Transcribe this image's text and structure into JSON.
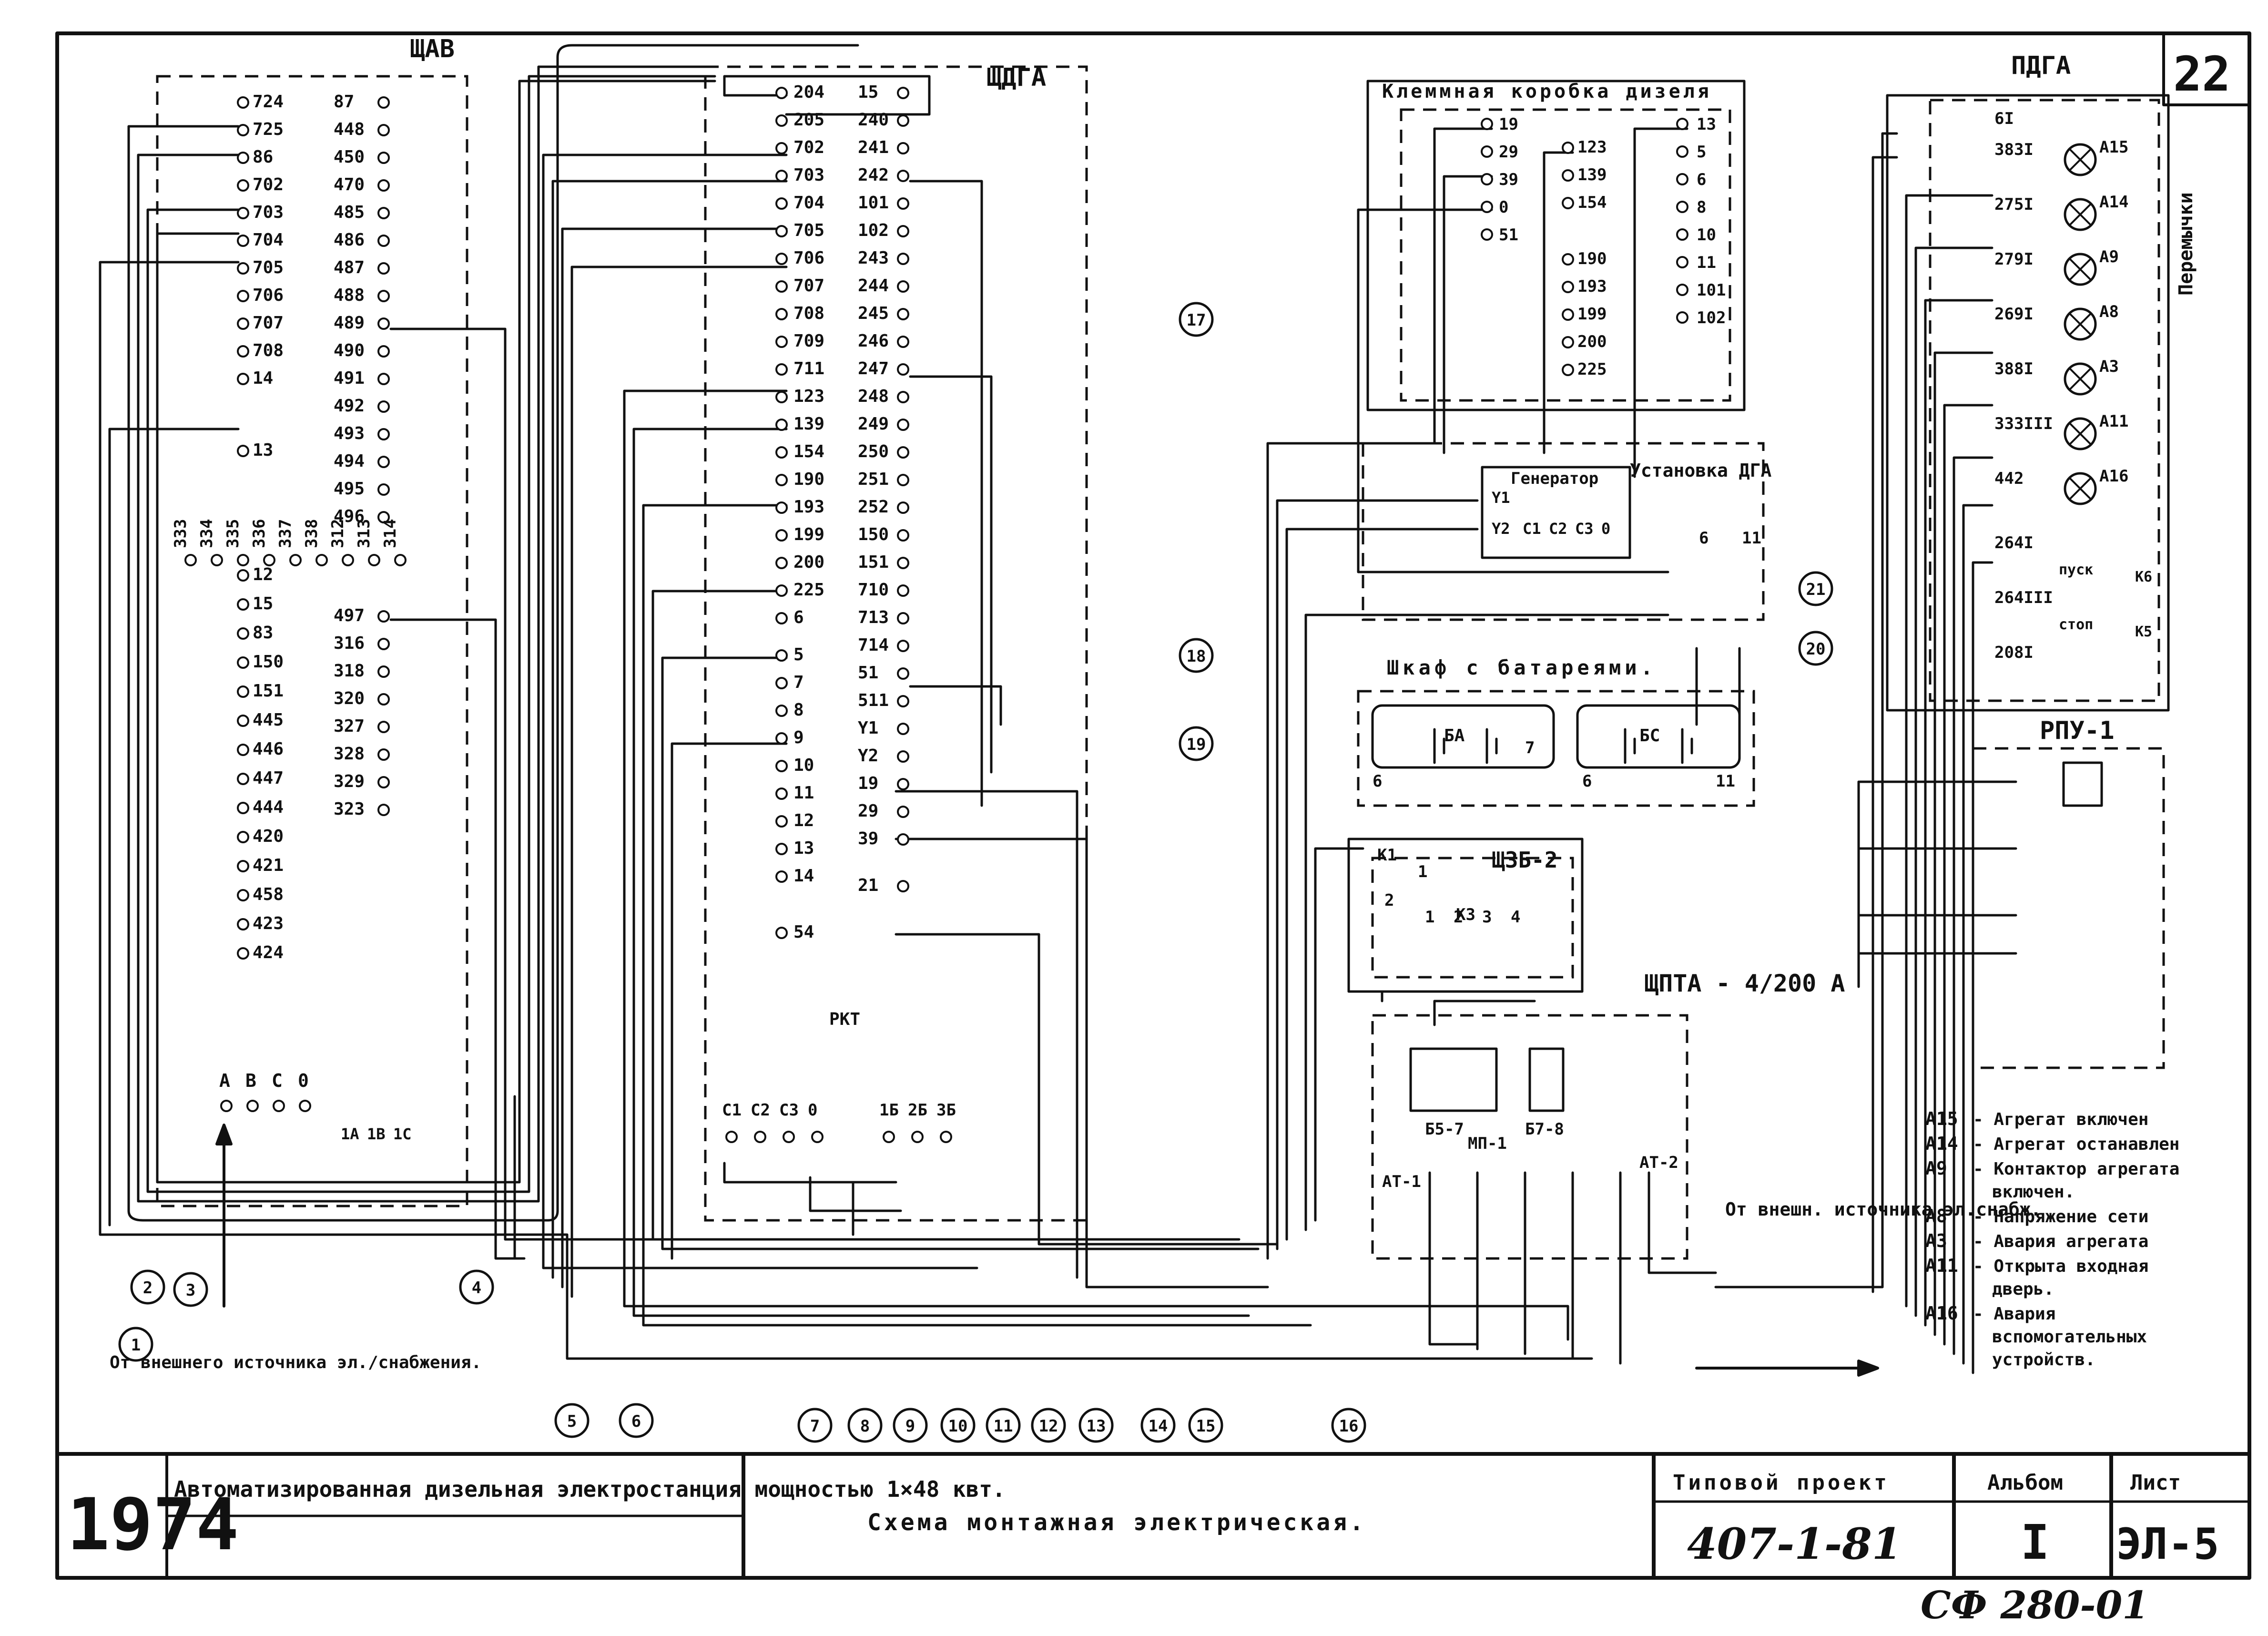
{
  "sheet": {
    "number": "22",
    "year": "1974",
    "project_title": "Автоматизированная дизельная электростанция мощностью 1×48 квт.",
    "drawing_title": "Схема монтажная электрическая.",
    "typical_project_label": "Типовой проект",
    "typical_project_number": "407-1-81",
    "album_label": "Альбом",
    "album_number": "I",
    "sheet_label": "Лист",
    "sheet_code": "ЭЛ-5",
    "archive_number": "СФ 280-01"
  },
  "panels": {
    "schav": {
      "title": "ЩАВ",
      "terminals_left": [
        "724",
        "725",
        "86",
        "702",
        "703",
        "704",
        "705",
        "706",
        "707",
        "708",
        "14",
        "13",
        "12",
        "15",
        "83",
        "150",
        "151",
        "445",
        "446",
        "447",
        "444",
        "420",
        "421",
        "458",
        "423",
        "424"
      ],
      "terminals_right": [
        "87",
        "448",
        "450",
        "470",
        "485",
        "486",
        "487",
        "488",
        "489",
        "490",
        "491",
        "492",
        "493",
        "494",
        "495",
        "496",
        "497",
        "316",
        "318",
        "320",
        "327",
        "328",
        "329",
        "323"
      ],
      "terminals_vertical": [
        "333",
        "334",
        "335",
        "336",
        "337",
        "338",
        "312",
        "313",
        "314"
      ],
      "phase_labels": [
        "A",
        "B",
        "C",
        "0"
      ],
      "breaker_labels": [
        "1A",
        "1B",
        "1C"
      ]
    },
    "schdga": {
      "title": "ЩДГА",
      "terminals_left": [
        "204",
        "205",
        "702",
        "703",
        "704",
        "705",
        "706",
        "707",
        "708",
        "709",
        "711",
        "123",
        "139",
        "154",
        "190",
        "193",
        "199",
        "200",
        "225",
        "6",
        "5",
        "7",
        "8",
        "9",
        "10",
        "11",
        "12",
        "13",
        "14",
        "54"
      ],
      "terminals_right": [
        "15",
        "240",
        "241",
        "242",
        "101",
        "102",
        "243",
        "244",
        "245",
        "246",
        "247",
        "248",
        "249",
        "250",
        "251",
        "252",
        "150",
        "151",
        "710",
        "713",
        "714",
        "51",
        "511",
        "Y1",
        "Y2",
        "19",
        "29",
        "39",
        "21"
      ],
      "relay_label": "РКТ",
      "bottom_labels": [
        "C1",
        "C2",
        "C3",
        "0",
        "1Б",
        "2Б",
        "3Б"
      ]
    },
    "diesel_box": {
      "title": "Клеммная коробка дизеля",
      "col1": [
        "19",
        "29",
        "39",
        "0",
        "51"
      ],
      "col2": [
        "123",
        "139",
        "154",
        "190",
        "193",
        "199",
        "200",
        "225"
      ],
      "col3": [
        "13",
        "5",
        "6",
        "8",
        "10",
        "11",
        "101",
        "102"
      ]
    },
    "generator": {
      "title": "Генератор",
      "terminals": [
        "Y1",
        "Y2",
        "C1",
        "C2",
        "C3",
        "0"
      ]
    },
    "dga_install": {
      "title": "Установка ДГА",
      "terminals": [
        "6",
        "11"
      ]
    },
    "battery_cabinet": {
      "title": "Шкаф с батареями.",
      "battery_a": "БА",
      "battery_b": "БС",
      "terminals": [
        "6",
        "7",
        "6",
        "11"
      ]
    },
    "schzg": {
      "title": "ЩЗБ-2",
      "terminals": [
        "K1",
        "1",
        "2",
        "K3",
        "1",
        "2",
        "3",
        "4"
      ]
    },
    "schpta": {
      "title": "ЩПТА - 4/200 А",
      "blocks": [
        "Б5-7",
        "Б7-8",
        "МП-1",
        "АТ-1",
        "АТ-2"
      ],
      "external_label": "От внешн. источника эл.снабж."
    },
    "pdga": {
      "title": "ПДГА",
      "jumpers_label": "Перемычки",
      "lamps": [
        {
          "terminal": "383I",
          "lamp": "A15"
        },
        {
          "terminal": "275I",
          "lamp": "A14"
        },
        {
          "terminal": "279I",
          "lamp": "A9"
        },
        {
          "terminal": "269I",
          "lamp": "A8"
        },
        {
          "terminal": "388I",
          "lamp": "A3"
        },
        {
          "terminal": "333III",
          "lamp": "A11"
        },
        {
          "terminal": "442",
          "lamp": "A16"
        }
      ],
      "top_terminal": "6I",
      "buttons": [
        {
          "terminal": "264I",
          "label": "пуск",
          "button": "К6"
        },
        {
          "terminal": "264III",
          "label": "стоп",
          "button": "К5"
        },
        {
          "terminal": "208I",
          "label": "",
          "button": ""
        }
      ]
    },
    "rpu": {
      "title": "РПУ-1"
    }
  },
  "external_source_label": "От внешнего источника эл./снабжения.",
  "callouts": [
    "1",
    "2",
    "3",
    "4",
    "5",
    "6",
    "7",
    "8",
    "9",
    "10",
    "11",
    "12",
    "13",
    "14",
    "15",
    "16",
    "17",
    "18",
    "19",
    "20",
    "21"
  ],
  "legend": [
    {
      "code": "А15",
      "text": "Агрегат включен"
    },
    {
      "code": "А14",
      "text": "Агрегат останавлен"
    },
    {
      "code": "А9",
      "text": "Контактор агрегата включен."
    },
    {
      "code": "А8",
      "text": "Напряжение сети"
    },
    {
      "code": "А3",
      "text": "Авария агрегата"
    },
    {
      "code": "А11",
      "text": "Открыта входная дверь."
    },
    {
      "code": "А16",
      "text": "Авария вспомогательных устройств."
    }
  ]
}
